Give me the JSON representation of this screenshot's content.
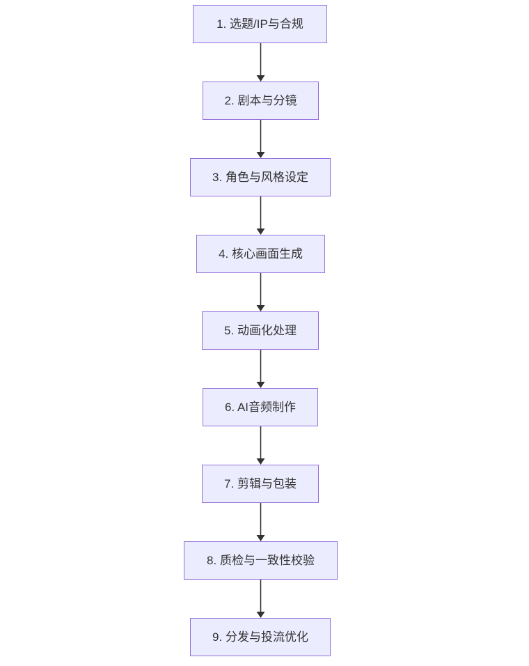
{
  "diagram": {
    "type": "flowchart",
    "direction": "top-down",
    "nodes": [
      {
        "id": "n1",
        "label": "1. 选题/IP与合规"
      },
      {
        "id": "n2",
        "label": "2. 剧本与分镜"
      },
      {
        "id": "n3",
        "label": "3. 角色与风格设定"
      },
      {
        "id": "n4",
        "label": "4. 核心画面生成"
      },
      {
        "id": "n5",
        "label": "5. 动画化处理"
      },
      {
        "id": "n6",
        "label": "6. AI音频制作"
      },
      {
        "id": "n7",
        "label": "7. 剪辑与包装"
      },
      {
        "id": "n8",
        "label": "8. 质检与一致性校验"
      },
      {
        "id": "n9",
        "label": "9. 分发与投流优化"
      }
    ],
    "edges": [
      {
        "from": "n1",
        "to": "n2"
      },
      {
        "from": "n2",
        "to": "n3"
      },
      {
        "from": "n3",
        "to": "n4"
      },
      {
        "from": "n4",
        "to": "n5"
      },
      {
        "from": "n5",
        "to": "n6"
      },
      {
        "from": "n6",
        "to": "n7"
      },
      {
        "from": "n7",
        "to": "n8"
      },
      {
        "from": "n8",
        "to": "n9"
      }
    ],
    "colors": {
      "node_fill": "#ECECFF",
      "node_border": "#9370DB",
      "text": "#333333",
      "arrow": "#333333",
      "background": "#FFFFFF"
    }
  }
}
